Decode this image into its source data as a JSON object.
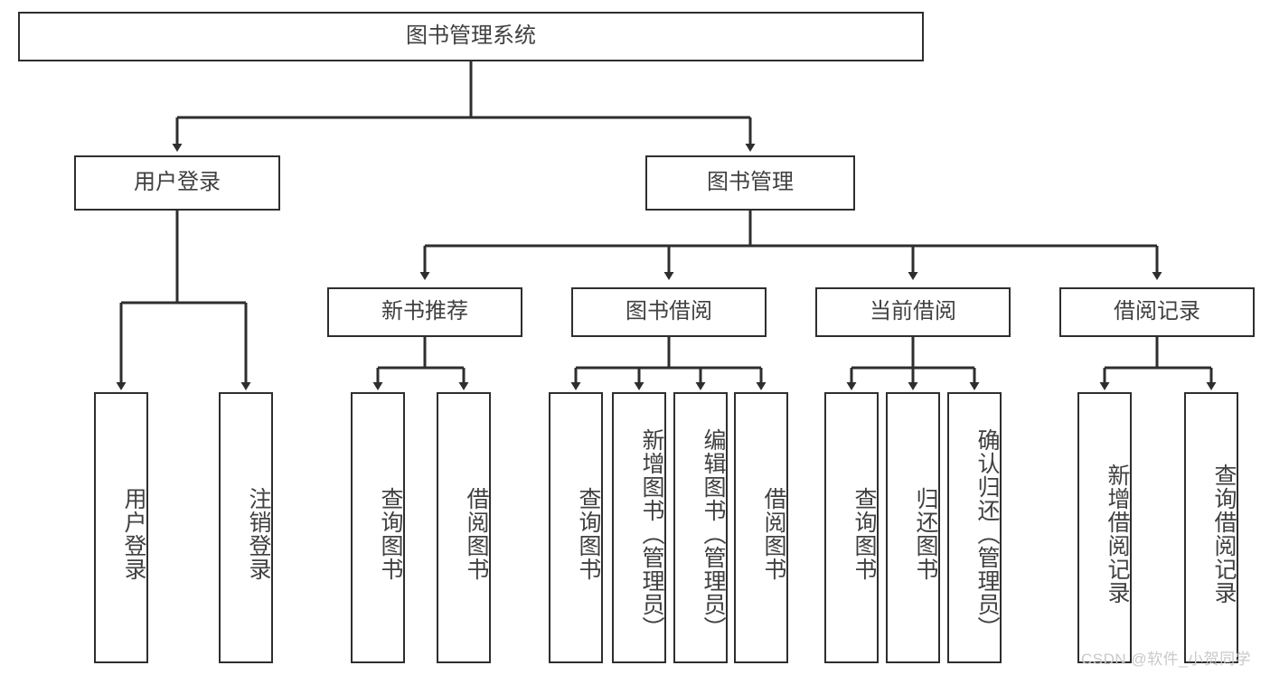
{
  "diagram": {
    "title_node": {
      "label": "图书管理系统"
    },
    "level1": [
      {
        "id": "user-login",
        "label": "用户登录"
      },
      {
        "id": "book-manage",
        "label": "图书管理"
      }
    ],
    "level2": [
      {
        "id": "new-book-recommend",
        "label": "新书推荐"
      },
      {
        "id": "book-borrow",
        "label": "图书借阅"
      },
      {
        "id": "current-borrow",
        "label": "当前借阅"
      },
      {
        "id": "borrow-record",
        "label": "借阅记录"
      }
    ],
    "leaves": [
      {
        "id": "leaf-user-login",
        "label": "用户登录",
        "parent": "user-login"
      },
      {
        "id": "leaf-logout",
        "label": "注销登录",
        "parent": "user-login"
      },
      {
        "id": "leaf-query-book-1",
        "label": "查询图书",
        "parent": "new-book-recommend"
      },
      {
        "id": "leaf-borrow-book-1",
        "label": "借阅图书",
        "parent": "new-book-recommend"
      },
      {
        "id": "leaf-query-book-2",
        "label": "查询图书",
        "parent": "book-borrow"
      },
      {
        "id": "leaf-add-book",
        "label": "新增图书（管理员）",
        "parent": "book-borrow"
      },
      {
        "id": "leaf-edit-book",
        "label": "编辑图书（管理员）",
        "parent": "book-borrow"
      },
      {
        "id": "leaf-borrow-book-2",
        "label": "借阅图书",
        "parent": "book-borrow"
      },
      {
        "id": "leaf-query-book-3",
        "label": "查询图书",
        "parent": "current-borrow"
      },
      {
        "id": "leaf-return-book",
        "label": "归还图书",
        "parent": "current-borrow"
      },
      {
        "id": "leaf-confirm-return",
        "label": "确认归还（管理员）",
        "parent": "current-borrow"
      },
      {
        "id": "leaf-add-record",
        "label": "新增借阅记录",
        "parent": "borrow-record"
      },
      {
        "id": "leaf-query-record",
        "label": "查询借阅记录",
        "parent": "borrow-record"
      }
    ],
    "watermark": "CSDN @软件_小贺同学",
    "colors": {
      "stroke": "#2e2e2e",
      "text": "#404040",
      "background": "#ffffff",
      "watermark": "#c9c9c9"
    }
  }
}
